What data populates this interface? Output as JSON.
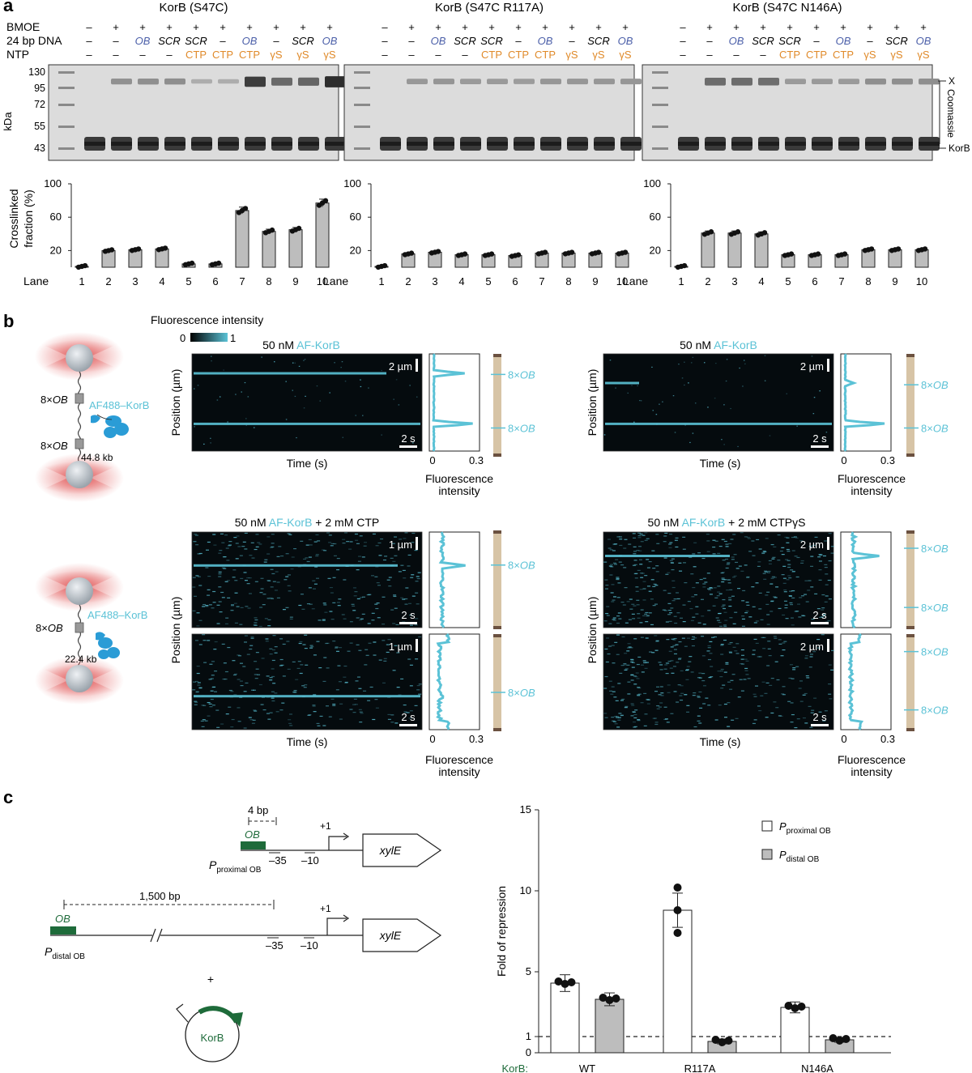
{
  "panel_labels": [
    "a",
    "b",
    "c"
  ],
  "colors": {
    "cyan": "#5bc2d6",
    "orange": "#e08a2a",
    "blue": "#4a5ea8",
    "green": "#1e6b3a",
    "gel": "#d9d9d9",
    "bead": "#c9ced3",
    "laser": "#e05050"
  },
  "a": {
    "row_labels": [
      "BMOE",
      "24 bp DNA",
      "NTP"
    ],
    "kda_label": "kDa",
    "markers": [
      "130",
      "95",
      "72",
      "55",
      "43"
    ],
    "right_labels": {
      "x": "X",
      "coomassie": "Coomassie",
      "korb": "KorB"
    },
    "ylabel_line1": "Crosslinked",
    "ylabel_line2": "fraction (%)",
    "yticks": [
      "20",
      "60",
      "100"
    ],
    "lane_label": "Lane",
    "lanes": [
      "1",
      "2",
      "3",
      "4",
      "5",
      "6",
      "7",
      "8",
      "9",
      "10"
    ],
    "gels": [
      {
        "title": "KorB (S47C)",
        "bmoe": [
          "–",
          "+",
          "+",
          "+",
          "+",
          "+",
          "+",
          "+",
          "+",
          "+"
        ],
        "dna": [
          "–",
          "–",
          "OB",
          "SCR",
          "SCR",
          "–",
          "OB",
          "–",
          "SCR",
          "OB"
        ],
        "ntp": [
          "–",
          "–",
          "–",
          "–",
          "CTP",
          "CTP",
          "CTP",
          "γS",
          "γS",
          "γS"
        ]
      },
      {
        "title": "KorB (S47C R117A)",
        "bmoe": [
          "–",
          "+",
          "+",
          "+",
          "+",
          "+",
          "+",
          "+",
          "+",
          "+"
        ],
        "dna": [
          "–",
          "–",
          "OB",
          "SCR",
          "SCR",
          "–",
          "OB",
          "–",
          "SCR",
          "OB"
        ],
        "ntp": [
          "–",
          "–",
          "–",
          "–",
          "CTP",
          "CTP",
          "CTP",
          "γS",
          "γS",
          "γS"
        ]
      },
      {
        "title": "KorB (S47C N146A)",
        "bmoe": [
          "–",
          "+",
          "+",
          "+",
          "+",
          "+",
          "+",
          "+",
          "+",
          "+"
        ],
        "dna": [
          "–",
          "–",
          "OB",
          "SCR",
          "SCR",
          "–",
          "OB",
          "–",
          "SCR",
          "OB"
        ],
        "ntp": [
          "–",
          "–",
          "–",
          "–",
          "CTP",
          "CTP",
          "CTP",
          "γS",
          "γS",
          "γS"
        ]
      }
    ]
  },
  "chart_data": [
    {
      "type": "bar",
      "title": "KorB (S47C)",
      "ylabel": "Crosslinked fraction (%)",
      "xlabel": "Lane",
      "categories": [
        "1",
        "2",
        "3",
        "4",
        "5",
        "6",
        "7",
        "8",
        "9",
        "10"
      ],
      "ylim": [
        0,
        100
      ],
      "values": [
        1,
        20,
        21,
        22,
        4,
        4,
        68,
        43,
        45,
        77
      ],
      "error_bars": true
    },
    {
      "type": "bar",
      "title": "KorB (S47C R117A)",
      "ylabel": "Crosslinked fraction (%)",
      "xlabel": "Lane",
      "categories": [
        "1",
        "2",
        "3",
        "4",
        "5",
        "6",
        "7",
        "8",
        "9",
        "10"
      ],
      "ylim": [
        0,
        100
      ],
      "values": [
        1,
        16,
        18,
        15,
        15,
        14,
        17,
        17,
        17,
        17
      ],
      "error_bars": true
    },
    {
      "type": "bar",
      "title": "KorB (S47C N146A)",
      "ylabel": "Crosslinked fraction (%)",
      "xlabel": "Lane",
      "categories": [
        "1",
        "2",
        "3",
        "4",
        "5",
        "6",
        "7",
        "8",
        "9",
        "10"
      ],
      "ylim": [
        0,
        100
      ],
      "values": [
        1,
        41,
        41,
        40,
        15,
        15,
        15,
        21,
        21,
        21
      ],
      "error_bars": true
    },
    {
      "type": "bar",
      "ylabel": "Fold of repression",
      "xlabel": "KorB:",
      "categories": [
        "WT",
        "R117A",
        "N146A"
      ],
      "ylim": [
        0,
        15
      ],
      "yticks": [
        0,
        1,
        5,
        10,
        15
      ],
      "series": [
        {
          "name": "P proximal OB",
          "values": [
            4.3,
            8.8,
            2.8
          ]
        },
        {
          "name": "P distal OB",
          "values": [
            3.3,
            0.7,
            0.8
          ]
        }
      ],
      "reference_line": 1
    }
  ],
  "b": {
    "colorbar_title": "Fluorescence intensity",
    "colorbar_min": "0",
    "colorbar_max": "1",
    "laser_label": "AF488–KorB",
    "ob_label": "8×",
    "ob_italic": "OB",
    "length_top": "44.8 kb",
    "length_bottom": "22.4 kb",
    "kymo_titles": [
      {
        "pre": "50 nM ",
        "cyan": "AF-KorB",
        "post": ""
      },
      {
        "pre": "50 nM ",
        "cyan": "AF-KorB",
        "post": ""
      },
      {
        "pre": "50 nM ",
        "cyan": "AF-KorB",
        "post": " + 2 mM CTP"
      },
      {
        "pre": "50 nM ",
        "cyan": "AF-KorB",
        "post": " + 2 mM CTPγS"
      }
    ],
    "scale_um": [
      "2 µm",
      "2 µm",
      "1 µm",
      "2 µm",
      "1 µm",
      "2 µm"
    ],
    "scale_s": "2 s",
    "position_label": "Position (µm)",
    "time_label": "Time (s)",
    "fl_label_1": "Fluorescence",
    "fl_label_2": "intensity",
    "fl_ticks": [
      "0",
      "0.3"
    ]
  },
  "c": {
    "spacer_4bp": "4 bp",
    "ob": "OB",
    "minus35": "–35",
    "minus10": "–10",
    "plus1": "+1",
    "gene": "xylE",
    "p_prox_main": "P",
    "p_prox_sub": "proximal OB",
    "spacer_1500": "1,500 bp",
    "p_dist_main": "P",
    "p_dist_sub": "distal OB",
    "plus": "+",
    "plasmid_label": "KorB",
    "legend_prox_main": "P",
    "legend_prox_sub": "proximal OB",
    "legend_dist_main": "P",
    "legend_dist_sub": "distal OB",
    "ylabel": "Fold of repression",
    "yticks": [
      "0",
      "1",
      "5",
      "10",
      "15"
    ],
    "korb_label": "KorB:",
    "categories": [
      "WT",
      "R117A",
      "N146A"
    ]
  }
}
